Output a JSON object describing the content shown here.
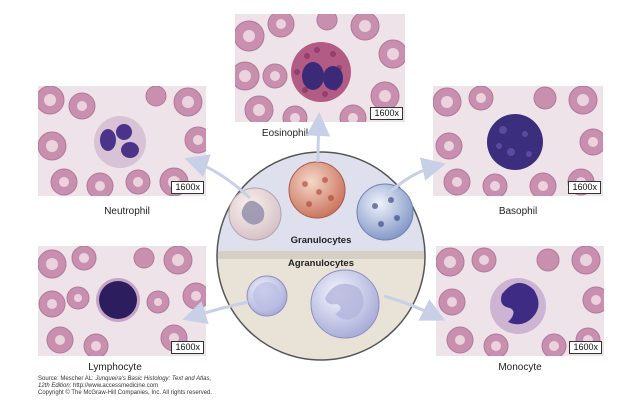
{
  "cells": {
    "eosinophil": {
      "label": "Eosinophil",
      "mag": "1600x"
    },
    "neutrophil": {
      "label": "Neutrophil",
      "mag": "1600x"
    },
    "basophil": {
      "label": "Basophil",
      "mag": "1600x"
    },
    "lymphocyte": {
      "label": "Lymphocyte",
      "mag": "1600x"
    },
    "monocyte": {
      "label": "Monocyte",
      "mag": "1600x"
    }
  },
  "hub": {
    "granulocytes": "Granulocytes",
    "agranulocytes": "Agranulocytes"
  },
  "source": {
    "line1_prefix": "Source: Mescher AL: ",
    "line1_title": "Junqueira's Basic Histology: Text and Atlas,",
    "line2_edition": "12th Edition",
    "line2_rest": ": http://www.accessmedicine.com",
    "line3": "Copyright © The McGraw-Hill Companies, Inc. All rights reserved."
  },
  "colors": {
    "rbc": "#c98fae",
    "rbc_center": "#ead3df",
    "background": "#efe3ea",
    "nucleus": "#3a2a78",
    "hub_top": "#dfe0ee",
    "hub_bottom": "#e9e2d6"
  }
}
